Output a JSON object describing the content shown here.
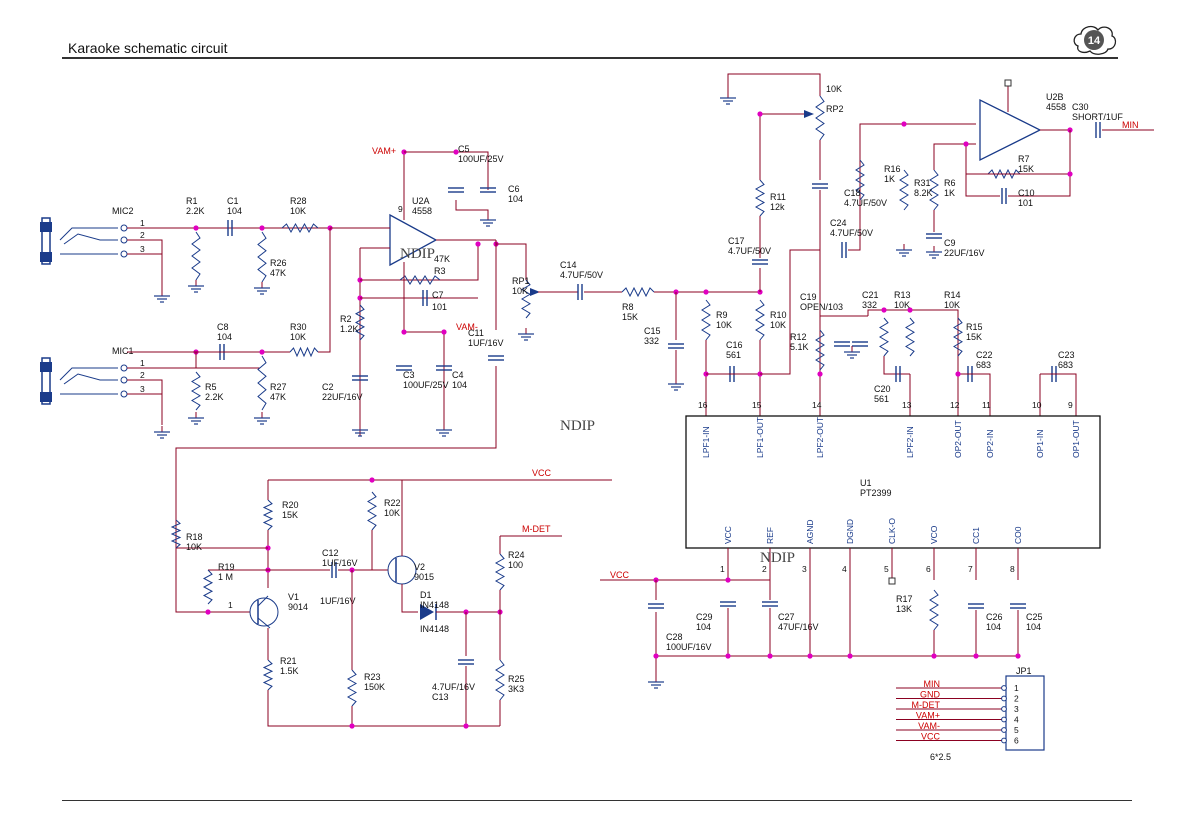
{
  "header": {
    "title": "Karaoke schematic circuit",
    "page_number": "14"
  },
  "nets": {
    "vam_plus": "VAM+",
    "vam_minus": "VAM-",
    "vcc": "VCC",
    "vcc2": "VCC",
    "mdet": "M-DET",
    "min": "MIN"
  },
  "watermark": "NDIP",
  "mics": {
    "mic2": {
      "name": "MIC2",
      "pins": [
        "1",
        "2",
        "3"
      ]
    },
    "mic1": {
      "name": "MIC1",
      "pins": [
        "1",
        "2",
        "3"
      ]
    }
  },
  "components": {
    "R1": [
      "R1",
      "2.2K"
    ],
    "C1": [
      "C1",
      "104"
    ],
    "R28": [
      "R28",
      "10K"
    ],
    "R26": [
      "R26",
      "47K"
    ],
    "C8": [
      "C8",
      "104"
    ],
    "R30": [
      "R30",
      "10K"
    ],
    "R5": [
      "R5",
      "2.2K"
    ],
    "R27": [
      "R27",
      "47K"
    ],
    "U2A": [
      "U2A",
      "4558"
    ],
    "C5": [
      "C5",
      "100UF/25V"
    ],
    "C6": [
      "C6",
      "104"
    ],
    "R3": [
      "47K",
      "R3"
    ],
    "C7": [
      "C7",
      "101"
    ],
    "R2": [
      "R2",
      "1.2K"
    ],
    "C2": [
      "C2",
      "22UF/16V"
    ],
    "C3": [
      "C3",
      "100UF/25V"
    ],
    "C4": [
      "C4",
      "104"
    ],
    "C11": [
      "C11",
      "1UF/16V"
    ],
    "RP1": [
      "RP1",
      "10K"
    ],
    "C14": [
      "C14",
      "4.7UF/50V"
    ],
    "R8": [
      "R8",
      "15K"
    ],
    "C15": [
      "C15",
      "332"
    ],
    "R9": [
      "R9",
      "10K"
    ],
    "C16": [
      "C16",
      "561"
    ],
    "R10": [
      "R10",
      "10K"
    ],
    "R11": [
      "R11",
      "12k"
    ],
    "C17": [
      "C17",
      "4.7UF/50V"
    ],
    "RP2": [
      "RP2",
      "10K"
    ],
    "C18": [
      "C18",
      "4.7UF/50V"
    ],
    "C24": [
      "C24",
      "4.7UF/50V"
    ],
    "R16": [
      "R16",
      "1K"
    ],
    "R31": [
      "R31",
      "8.2K"
    ],
    "R6": [
      "R6",
      "1K"
    ],
    "C9": [
      "C9",
      "22UF/16V"
    ],
    "U2B": [
      "U2B",
      "4558"
    ],
    "C30": [
      "C30",
      "SHORT/1UF"
    ],
    "R7": [
      "R7",
      "15K"
    ],
    "C10": [
      "C10",
      "101"
    ],
    "R12": [
      "R12",
      "5.1K"
    ],
    "C19": [
      "C19",
      "OPEN/103"
    ],
    "C21": [
      "C21",
      "332"
    ],
    "R13": [
      "R13",
      "10K"
    ],
    "R14": [
      "R14",
      "10K"
    ],
    "R15": [
      "R15",
      "15K"
    ],
    "C22": [
      "C22",
      "683"
    ],
    "C23": [
      "C23",
      "683"
    ],
    "C20": [
      "C20",
      "561"
    ],
    "R18": [
      "R18",
      "10K"
    ],
    "R19": [
      "R19",
      "1 M"
    ],
    "V1": [
      "V1",
      "9014"
    ],
    "R20": [
      "R20",
      "15K"
    ],
    "C12": [
      "C12",
      "1UF/16V"
    ],
    "R22": [
      "R22",
      "10K"
    ],
    "V2": [
      "V2",
      "9015"
    ],
    "D1": [
      "D1",
      "IN4148"
    ],
    "R24": [
      "R24",
      "100"
    ],
    "R21": [
      "R21",
      "1.5K"
    ],
    "R23": [
      "R23",
      "150K"
    ],
    "C13": [
      "4.7UF/16V",
      "C13"
    ],
    "R25": [
      "R25",
      "3K3"
    ],
    "C28": [
      "C28",
      "100UF/16V"
    ],
    "C29": [
      "C29",
      "104"
    ],
    "C27": [
      "C27",
      "47UF/16V"
    ],
    "R17": [
      "R17",
      "13K"
    ],
    "C26": [
      "C26",
      "104"
    ],
    "C25": [
      "C25",
      "104"
    ]
  },
  "ic": {
    "name": "U1",
    "part": "PT2399",
    "top_pins": [
      {
        "num": "16",
        "label": "LPF1-IN"
      },
      {
        "num": "15",
        "label": "LPF1-OUT"
      },
      {
        "num": "14",
        "label": "LPF2-OUT"
      },
      {
        "num": "13",
        "label": "LPF2-IN"
      },
      {
        "num": "12",
        "label": "OP2-OUT"
      },
      {
        "num": "11",
        "label": "OP2-IN"
      },
      {
        "num": "10",
        "label": "OP1-IN"
      },
      {
        "num": "9",
        "label": "OP1-OUT"
      }
    ],
    "bottom_pins": [
      {
        "num": "1",
        "label": "VCC"
      },
      {
        "num": "2",
        "label": "REF"
      },
      {
        "num": "3",
        "label": "AGND"
      },
      {
        "num": "4",
        "label": "DGND"
      },
      {
        "num": "5",
        "label": "CLK-O"
      },
      {
        "num": "6",
        "label": "VCO"
      },
      {
        "num": "7",
        "label": "CC1"
      },
      {
        "num": "8",
        "label": "CO0"
      }
    ]
  },
  "connector": {
    "name": "JP1",
    "size": "6*2.5",
    "pins": [
      {
        "num": "1",
        "net": "MIN"
      },
      {
        "num": "2",
        "net": "GND"
      },
      {
        "num": "3",
        "net": "M-DET"
      },
      {
        "num": "4",
        "net": "VAM+"
      },
      {
        "num": "5",
        "net": "VAM-"
      },
      {
        "num": "6",
        "net": "VCC"
      }
    ]
  },
  "colors": {
    "wire": "#8b0020",
    "junction": "#e000c0",
    "part": "#1a3b8a",
    "net": "#cc0000",
    "text": "#111111"
  }
}
